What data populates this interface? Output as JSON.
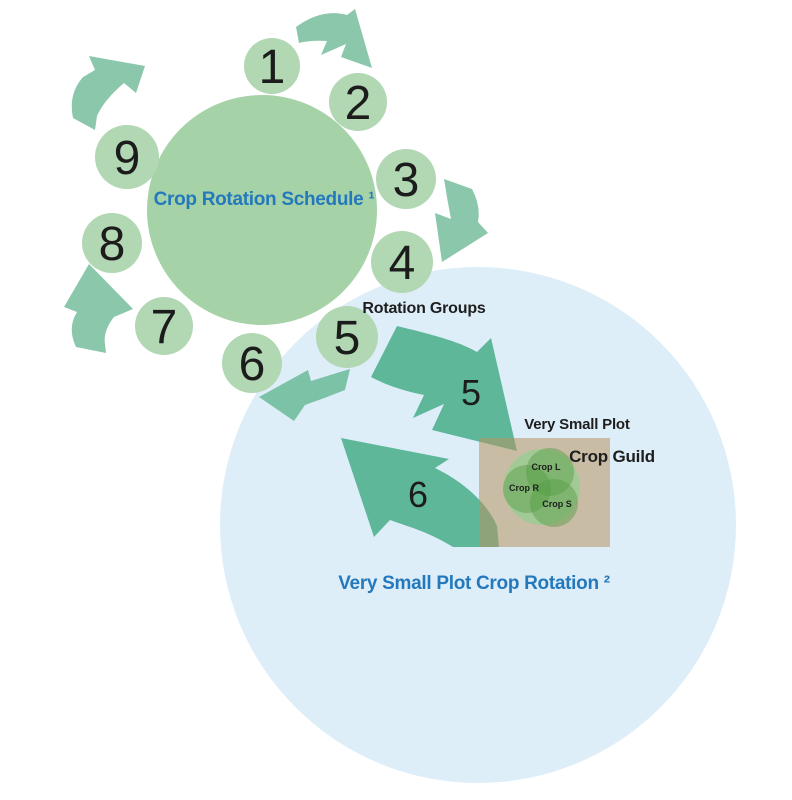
{
  "figure": {
    "schedule_circle": {
      "title": "Crop Rotation Schedule ¹",
      "steps": [
        {
          "label": "1"
        },
        {
          "label": "2"
        },
        {
          "label": "3"
        },
        {
          "label": "4"
        },
        {
          "label": "5"
        },
        {
          "label": "6"
        },
        {
          "label": "7"
        },
        {
          "label": "8"
        },
        {
          "label": "9"
        }
      ]
    },
    "rotation_groups_label": "Rotation Groups",
    "transfer": {
      "to_plot_step": "5",
      "from_plot_step": "6"
    },
    "very_small_plot": {
      "title": "Very Small Plot",
      "guild_title": "Crop Guild",
      "crops": [
        {
          "label": "Crop L"
        },
        {
          "label": "Crop R"
        },
        {
          "label": "Crop S"
        }
      ]
    },
    "rotation_area_title": "Very Small Plot Crop Rotation ²",
    "colors": {
      "schedule_green": "#a6d2a8",
      "step_green": "#b1d7b3",
      "cycle_arrow_teal": "#8bc7ab",
      "return_arrow_teal": "#7cc2a6",
      "transfer_arrow_teal": "#5fb79a",
      "rotation_area_blue": "#ddeef9",
      "plot_tan": "rgba(182,148,96,0.55)",
      "guild_green": "#a2ca96",
      "crop_overlay_green": "rgba(85,155,66,0.45)",
      "title_blue": "#2479bc",
      "text_black": "#1e1e1e"
    }
  }
}
